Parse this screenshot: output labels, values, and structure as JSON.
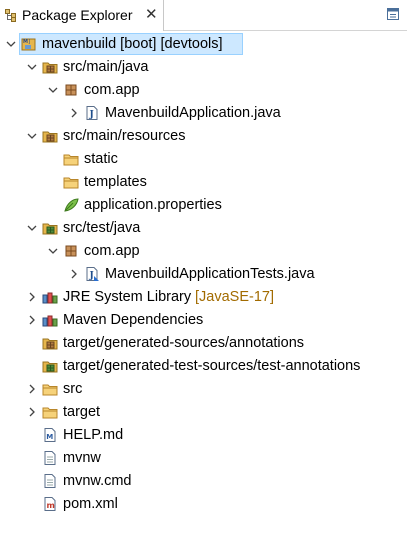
{
  "tab": {
    "label": "Package Explorer",
    "close": "✕"
  },
  "tree": [
    {
      "label": "mavenbuild [boot] [devtools]",
      "icon": "maven-project-icon",
      "level": 0,
      "chevron": "down",
      "selected": true
    },
    {
      "label": "src/main/java",
      "icon": "source-folder-icon",
      "level": 1,
      "chevron": "down"
    },
    {
      "label": "com.app",
      "icon": "package-icon",
      "level": 2,
      "chevron": "down"
    },
    {
      "label": "MavenbuildApplication.java",
      "icon": "java-file-icon",
      "level": 3,
      "chevron": "right"
    },
    {
      "label": "src/main/resources",
      "icon": "source-folder-icon",
      "level": 1,
      "chevron": "down"
    },
    {
      "label": "static",
      "icon": "folder-icon",
      "level": 2,
      "chevron": "none"
    },
    {
      "label": "templates",
      "icon": "folder-icon",
      "level": 2,
      "chevron": "none"
    },
    {
      "label": "application.properties",
      "icon": "properties-file-icon",
      "level": 2,
      "chevron": "none"
    },
    {
      "label": "src/test/java",
      "icon": "test-source-folder-icon",
      "level": 1,
      "chevron": "down"
    },
    {
      "label": "com.app",
      "icon": "package-icon",
      "level": 2,
      "chevron": "down"
    },
    {
      "label": "MavenbuildApplicationTests.java",
      "icon": "java-test-file-icon",
      "level": 3,
      "chevron": "right"
    },
    {
      "label": "JRE System Library",
      "decoration": "[JavaSE-17]",
      "icon": "library-icon",
      "level": 1,
      "chevron": "right"
    },
    {
      "label": "Maven Dependencies",
      "icon": "library-icon",
      "level": 1,
      "chevron": "right"
    },
    {
      "label": "target/generated-sources/annotations",
      "icon": "source-folder-icon",
      "level": 1,
      "chevron": "none"
    },
    {
      "label": "target/generated-test-sources/test-annotations",
      "icon": "test-source-folder-icon",
      "level": 1,
      "chevron": "none"
    },
    {
      "label": "src",
      "icon": "folder-icon",
      "level": 1,
      "chevron": "right"
    },
    {
      "label": "target",
      "icon": "folder-icon",
      "level": 1,
      "chevron": "right"
    },
    {
      "label": "HELP.md",
      "icon": "markdown-file-icon",
      "level": 1,
      "chevron": "none"
    },
    {
      "label": "mvnw",
      "icon": "text-file-icon",
      "level": 1,
      "chevron": "none"
    },
    {
      "label": "mvnw.cmd",
      "icon": "text-file-icon",
      "level": 1,
      "chevron": "none"
    },
    {
      "label": "pom.xml",
      "icon": "maven-pom-icon",
      "level": 1,
      "chevron": "none"
    }
  ],
  "colors": {
    "selection": "#cde8ff",
    "folder": "#e6b64c",
    "package": "#a0683a",
    "decoration": "#a26b00"
  }
}
